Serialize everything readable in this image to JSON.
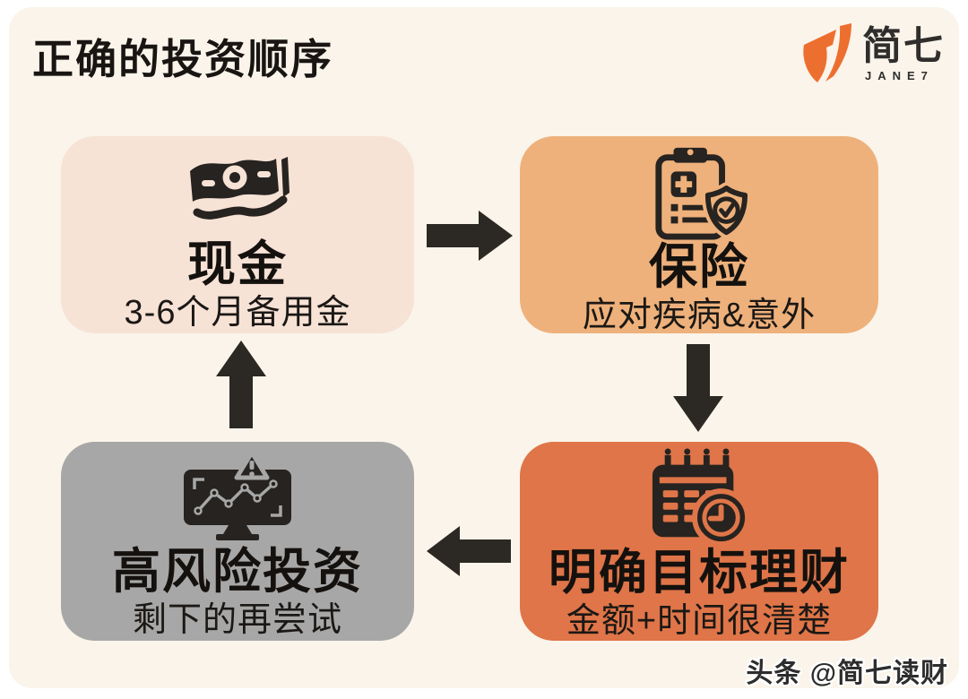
{
  "page": {
    "title": "正确的投资顺序",
    "watermark": "头条 @简七读财",
    "card_background": "#faf4ea",
    "outer_background": "#ffffff"
  },
  "logo": {
    "name": "简七",
    "subtext": "JANE7",
    "mark_color": "#ed6f2f"
  },
  "diagram": {
    "arrow_color": "#2c2823",
    "nodes": [
      {
        "id": "cash",
        "title": "现金",
        "subtitle": "3-6个月备用金",
        "icon": "banknote-icon",
        "color": "#f7e2d6",
        "position": "top-left"
      },
      {
        "id": "insurance",
        "title": "保险",
        "subtitle": "应对疾病&意外",
        "icon": "medical-clipboard-shield-icon",
        "color": "#eeb17b",
        "position": "top-right"
      },
      {
        "id": "goal",
        "title": "明确目标理财",
        "subtitle": "金额+时间很清楚",
        "icon": "calendar-clock-icon",
        "color": "#df7548",
        "position": "bottom-right"
      },
      {
        "id": "risk",
        "title": "高风险投资",
        "subtitle": "剩下的再尝试",
        "icon": "monitor-risk-chart-icon",
        "color": "#a7a7a7",
        "position": "bottom-left"
      }
    ],
    "arrows": [
      {
        "name": "arrow-right",
        "from": "现金",
        "to": "保险"
      },
      {
        "name": "arrow-down",
        "from": "保险",
        "to": "明确目标理财"
      },
      {
        "name": "arrow-left",
        "from": "明确目标理财",
        "to": "高风险投资"
      },
      {
        "name": "arrow-up",
        "from": "高风险投资",
        "to": "现金"
      }
    ]
  }
}
